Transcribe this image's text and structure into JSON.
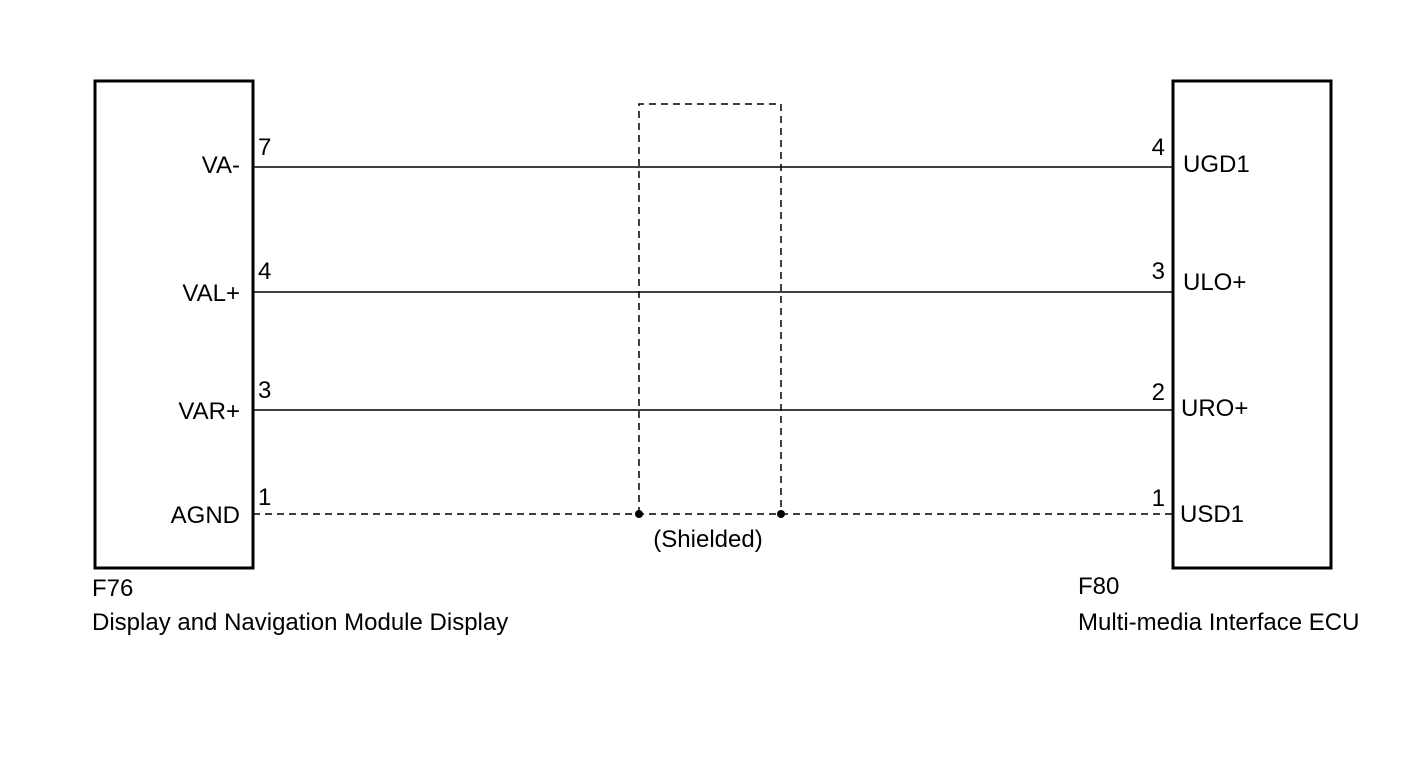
{
  "left_component": {
    "code": "F76",
    "name": "Display and Navigation Module Display",
    "pins": [
      {
        "number": "7",
        "signal": "VA-"
      },
      {
        "number": "4",
        "signal": "VAL+"
      },
      {
        "number": "3",
        "signal": "VAR+"
      },
      {
        "number": "1",
        "signal": "AGND"
      }
    ]
  },
  "right_component": {
    "code": "F80",
    "name": "Multi-media Interface ECU",
    "pins": [
      {
        "number": "4",
        "signal": "UGD1"
      },
      {
        "number": "3",
        "signal": "ULO+"
      },
      {
        "number": "2",
        "signal": "URO+"
      },
      {
        "number": "1",
        "signal": "USD1"
      }
    ]
  },
  "shield": {
    "label": "(Shielded)"
  },
  "colors": {
    "line": "#000000",
    "background": "#ffffff"
  }
}
